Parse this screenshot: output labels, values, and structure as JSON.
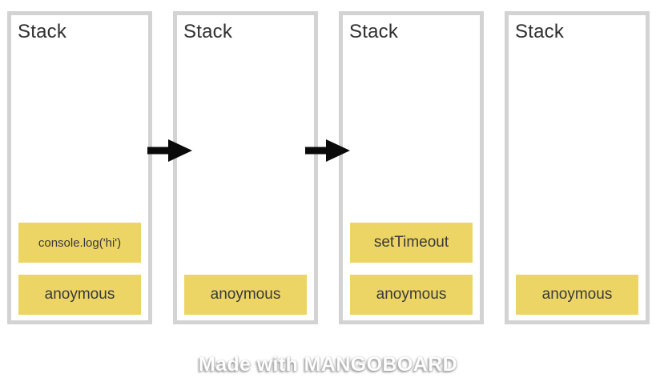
{
  "page": {
    "watermark": "Made with MANGOBOARD"
  },
  "colors": {
    "page_bg": "#ffffff",
    "box_border": "#d3d3d3",
    "label_bg": "#ecd565",
    "label_text": "#3a3a3a",
    "title_text": "#2f2f2f",
    "arrow": "#0a0a0a",
    "watermark_text": "#ffffff",
    "watermark_shadow": "#8f8f8f"
  },
  "diagram": {
    "panels": [
      {
        "title": "Stack",
        "frames": [
          "console.log('hi')",
          "anoymous"
        ]
      },
      {
        "title": "Stack",
        "frames": [
          "anoymous"
        ]
      },
      {
        "title": "Stack",
        "frames": [
          "setTimeout",
          "anoymous"
        ]
      },
      {
        "title": "Stack",
        "frames": [
          "anoymous"
        ]
      }
    ],
    "arrows": [
      "arrow-right",
      "arrow-right"
    ]
  }
}
